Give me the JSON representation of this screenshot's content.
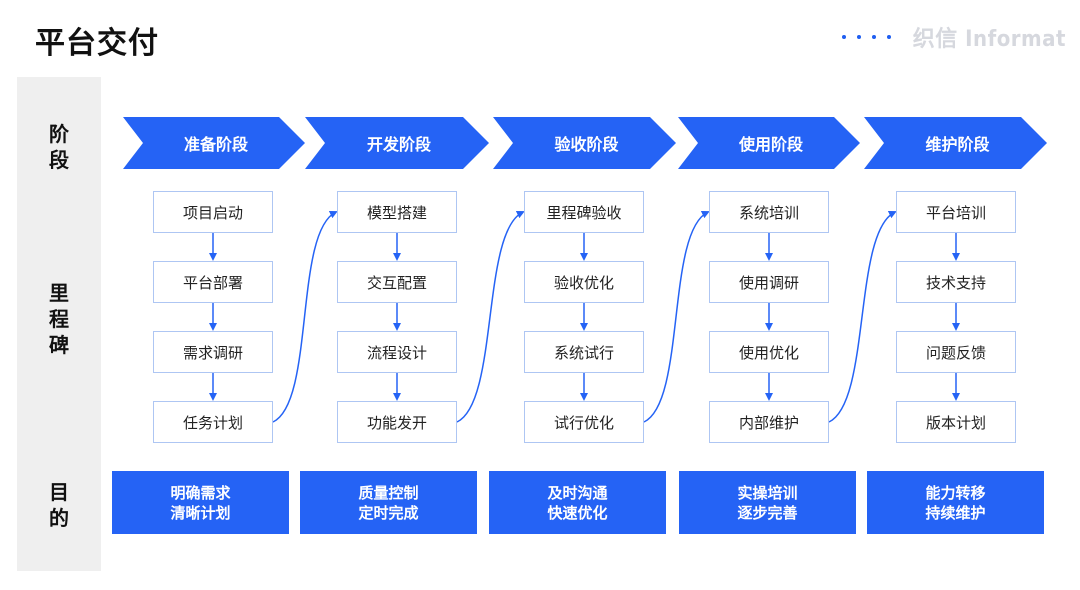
{
  "title": "平台交付",
  "brand": "织信 Informat",
  "row_labels": {
    "stage": [
      "阶",
      "段"
    ],
    "milestone": [
      "里",
      "程",
      "碑"
    ],
    "goal": [
      "目",
      "的"
    ]
  },
  "stages": [
    {
      "name": "准备阶段",
      "milestones": [
        "项目启动",
        "平台部署",
        "需求调研",
        "任务计划"
      ],
      "goal": [
        "明确需求",
        "清晰计划"
      ]
    },
    {
      "name": "开发阶段",
      "milestones": [
        "模型搭建",
        "交互配置",
        "流程设计",
        "功能发开"
      ],
      "goal": [
        "质量控制",
        "定时完成"
      ]
    },
    {
      "name": "验收阶段",
      "milestones": [
        "里程碑验收",
        "验收优化",
        "系统试行",
        "试行优化"
      ],
      "goal": [
        "及时沟通",
        "快速优化"
      ]
    },
    {
      "name": "使用阶段",
      "milestones": [
        "系统培训",
        "使用调研",
        "使用优化",
        "内部维护"
      ],
      "goal": [
        "实操培训",
        "逐步完善"
      ]
    },
    {
      "name": "维护阶段",
      "milestones": [
        "平台培训",
        "技术支持",
        "问题反馈",
        "版本计划"
      ],
      "goal": [
        "能力转移",
        "持续维护"
      ]
    }
  ],
  "colors": {
    "accent": "#2563f5",
    "box_border": "#aec6f3",
    "sidebar": "#efefef"
  }
}
